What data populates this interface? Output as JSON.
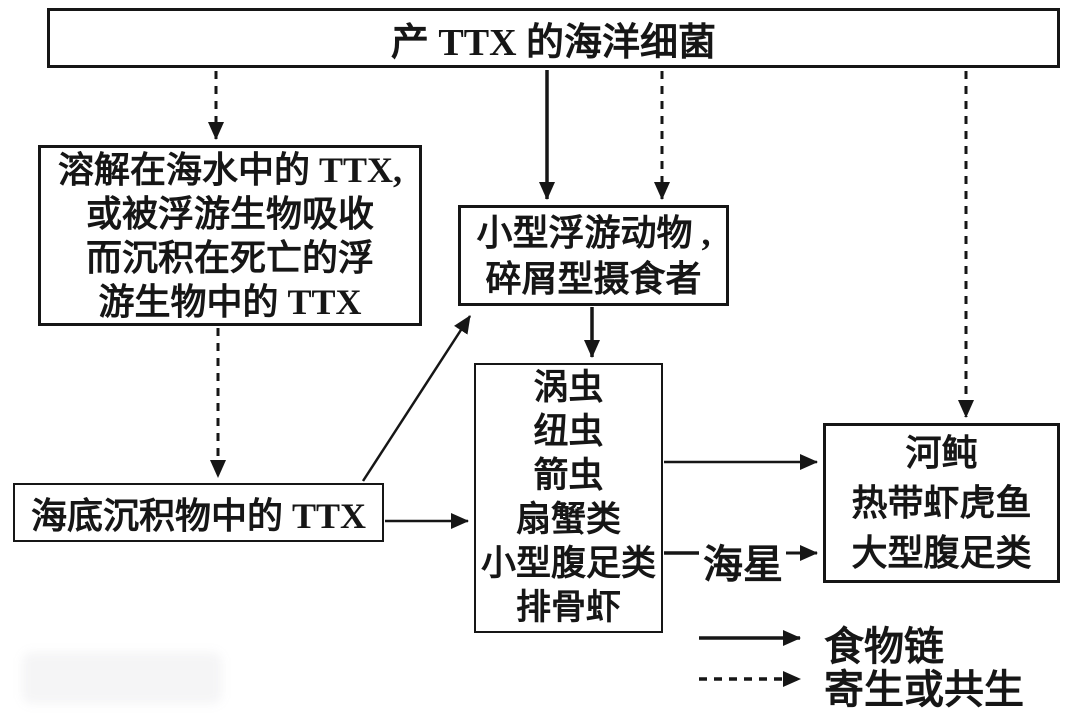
{
  "nodes": {
    "bacteria": {
      "label": "产 TTX 的海洋细菌"
    },
    "dissolved": {
      "lines": [
        "溶解在海水中的 TTX,",
        "或被浮游生物吸收",
        "而沉积在死亡的浮",
        "游生物中的 TTX"
      ]
    },
    "zooplankton": {
      "lines": [
        "小型浮游动物 ,",
        "碎屑型摄食者"
      ]
    },
    "sediment": {
      "label": "海底沉积物中的 TTX"
    },
    "invertebrates": {
      "lines": [
        "涡虫",
        "纽虫",
        "箭虫",
        "扇蟹类",
        "小型腹足类",
        "排骨虾"
      ]
    },
    "predators": {
      "lines": [
        "河鲀",
        "热带虾虎鱼",
        "大型腹足类"
      ]
    },
    "starfish": {
      "label": "海星"
    }
  },
  "legend": {
    "food_chain": "食物链",
    "parasitism": "寄生或共生"
  },
  "colors": {
    "ink": "#161616",
    "background": "#ffffff"
  }
}
